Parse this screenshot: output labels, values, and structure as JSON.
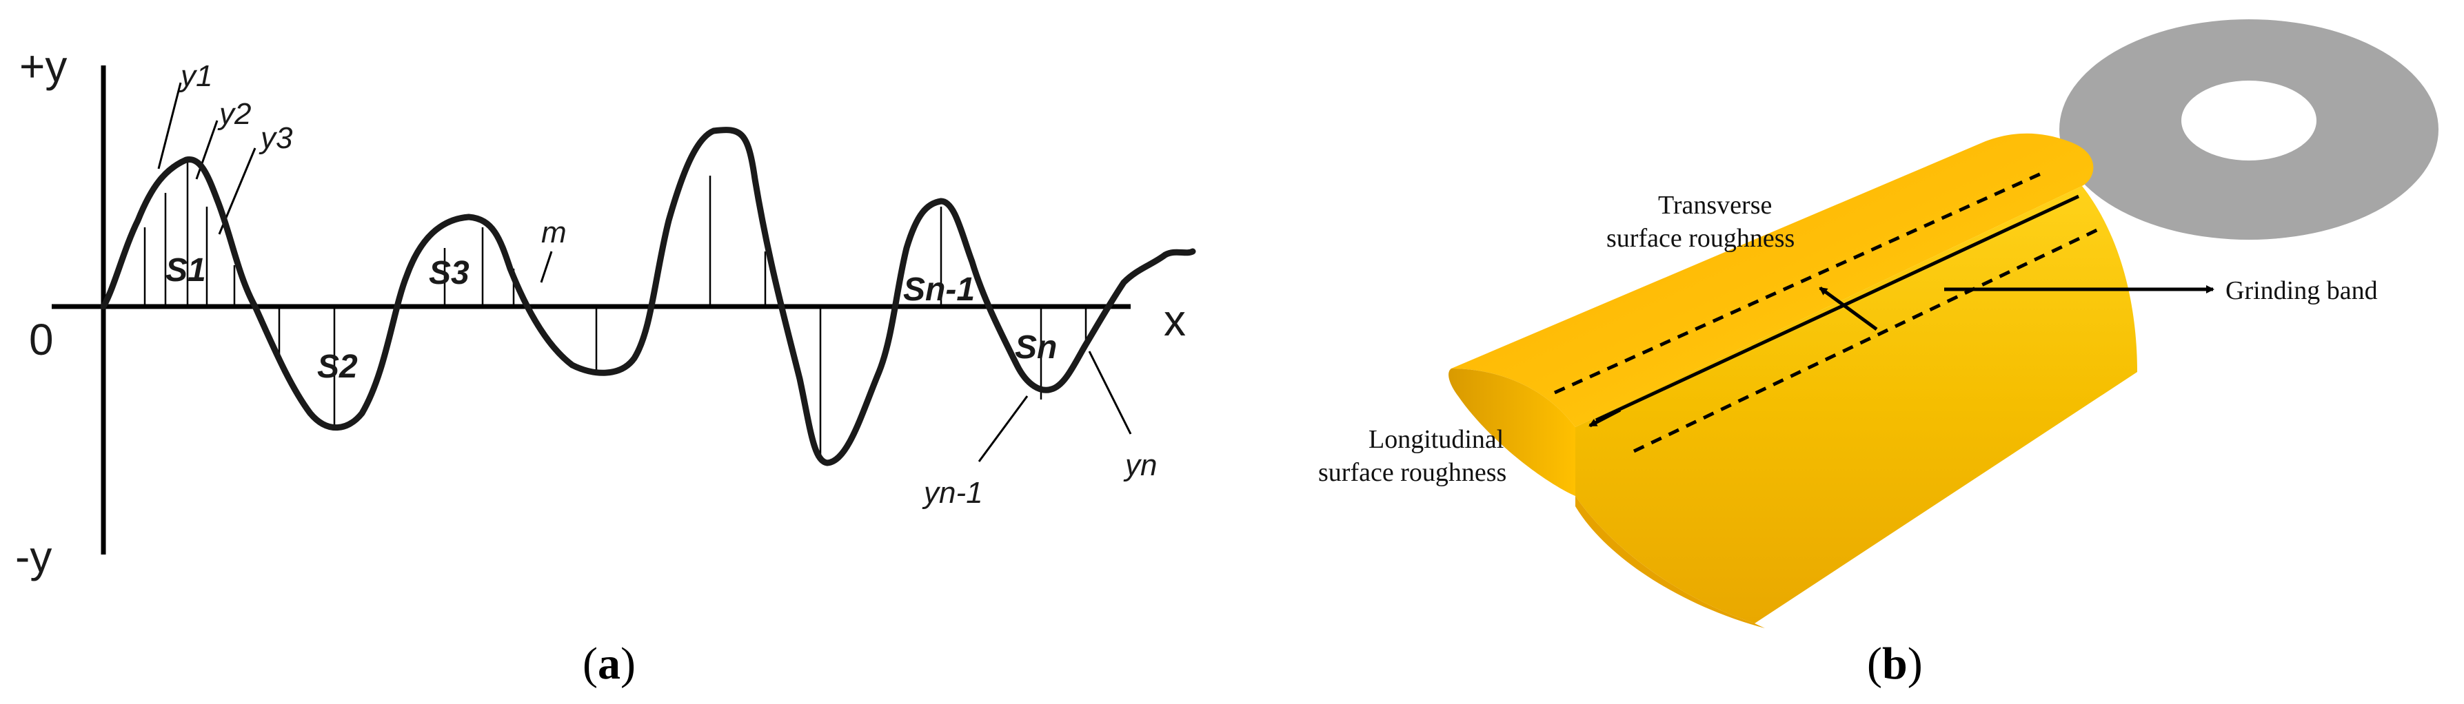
{
  "panel_a": {
    "axis_pos_y": "+y",
    "axis_neg_y": "-y",
    "axis_x": "x",
    "origin": "0",
    "labels": {
      "y1": "y1",
      "y2": "y2",
      "y3": "y3",
      "m": "m",
      "s1": "S1",
      "s2": "S2",
      "s3": "S3",
      "sn_1": "Sn-1",
      "sn": "Sn",
      "yn_1": "yn-1",
      "yn": "yn"
    },
    "caption": {
      "open": "(",
      "letter": "a",
      "close": ")"
    }
  },
  "panel_b": {
    "transverse": [
      "Transverse",
      "surface roughness"
    ],
    "longitudinal": [
      "Longitudinal",
      "surface roughness"
    ],
    "grinding_band": "Grinding band",
    "caption": {
      "open": "(",
      "letter": "b",
      "close": ")"
    },
    "colors": {
      "block_top": "#FFC000",
      "block_front": "#F0B400",
      "wheel": "#A6A6A6"
    }
  }
}
